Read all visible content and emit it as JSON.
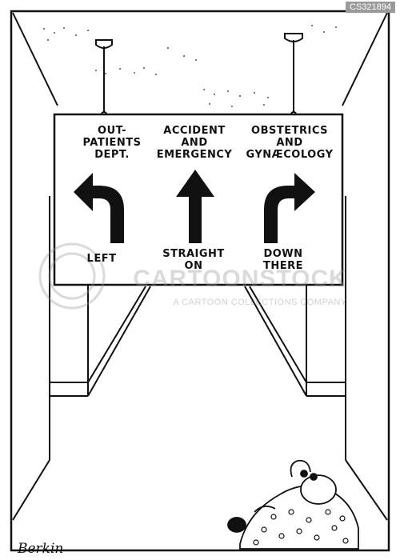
{
  "watermark": {
    "id": "CS321894",
    "brand": "CARTOONSTOCK",
    "tagline": "A CARTOON COLLECTIONS COMPANY"
  },
  "sign": {
    "headings": [
      "OUT-\nPATIENTS\nDEPT.",
      "ACCIDENT\nAND\nEMERGENCY",
      "OBSTETRICS\nAND\nGYNÆCOLOGY"
    ],
    "directions": [
      "LEFT",
      "STRAIGHT\nON",
      "DOWN\nTHERE"
    ]
  },
  "signature": "Berkin"
}
